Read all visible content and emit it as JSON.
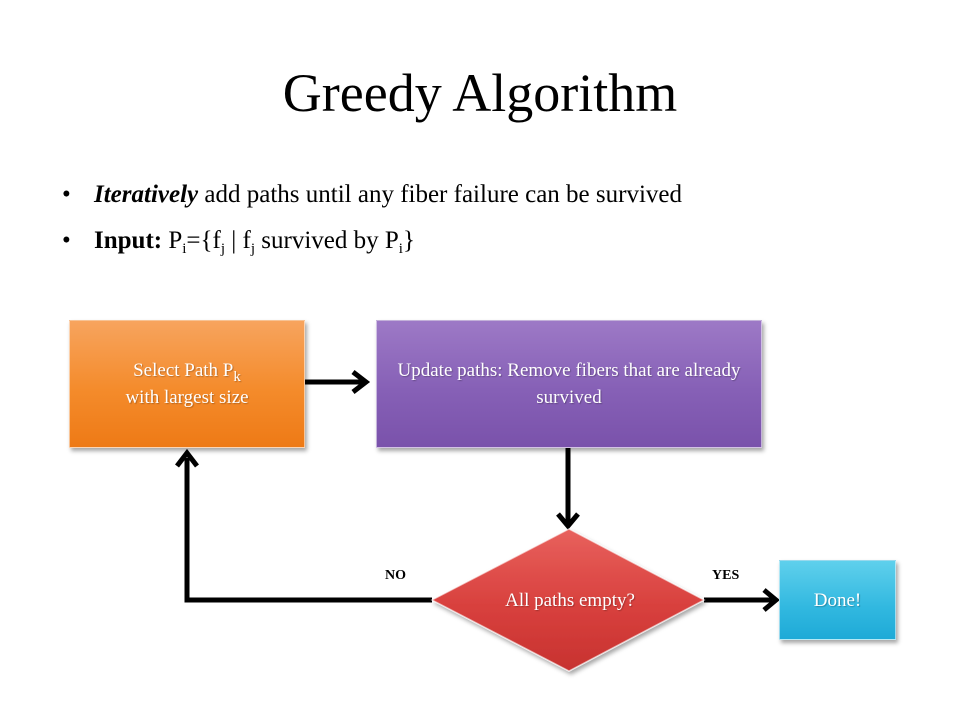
{
  "slide": {
    "title": "Greedy Algorithm",
    "bullets": [
      {
        "bullet": "•",
        "emphasis": "Iteratively",
        "text": " add paths until any fiber failure can be survived"
      },
      {
        "bullet": "•",
        "lead": "Input:",
        "p": "P",
        "sub_i": "i",
        "eq": "={f",
        "sub_j": "j",
        "bar": " | f",
        "sub_j2": "j",
        "rest": " survived  by P",
        "sub_i2": "i",
        "close": "}"
      }
    ]
  },
  "flowchart": {
    "select_box": {
      "line1": "Select Path P",
      "sub": "k",
      "line2": "with largest size"
    },
    "update_box": {
      "text": "Update paths: Remove fibers that are already survived"
    },
    "decision": {
      "text": "All paths empty?"
    },
    "done_box": {
      "text": "Done!"
    },
    "label_no": "NO",
    "label_yes": "YES",
    "colors": {
      "select": "#f48b2b",
      "update": "#8660b6",
      "decision": "#d8403d",
      "done": "#31b8e0",
      "arrow": "#000000"
    }
  }
}
